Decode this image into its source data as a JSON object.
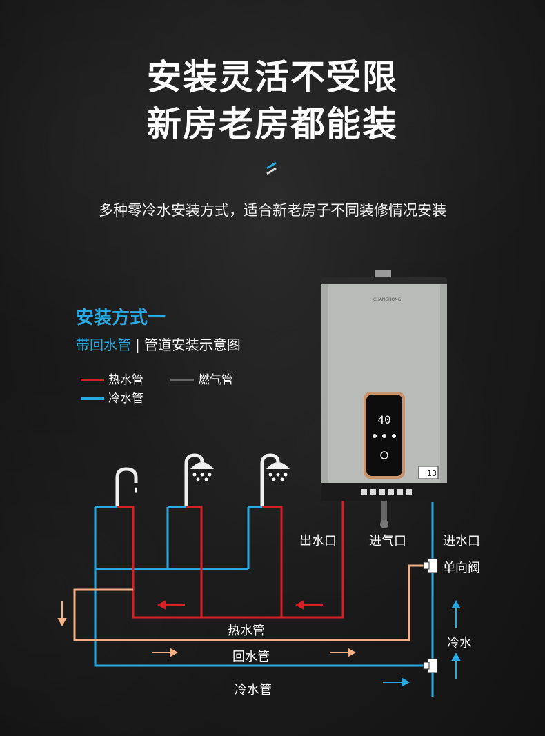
{
  "header": {
    "title_line1": "安装灵活不受限",
    "title_line2": "新房老房都能装",
    "subtitle": "多种零冷水安装方式，适合新老房子不同装修情况安装"
  },
  "section": {
    "title": "安装方式一",
    "sub_blue": "带回水管",
    "sub_sep": "|",
    "sub_white": "管道安装示意图"
  },
  "legend": {
    "hot": "热水管",
    "gas": "燃气管",
    "cold": "冷水管"
  },
  "heater": {
    "brand": "CHANGHONG",
    "display_temp": "40",
    "badge": "13"
  },
  "labels": {
    "outlet": "出水口",
    "gas_inlet": "进气口",
    "water_inlet": "进水口",
    "check_valve": "单向阀",
    "hot_pipe": "热水管",
    "return_pipe": "回水管",
    "cold_pipe": "冷水管",
    "cold_water": "冷水"
  },
  "colors": {
    "hot": "#d71f26",
    "cold": "#27a9e1",
    "return": "#f4b183",
    "gas": "#666666",
    "accent": "#27a9e1"
  }
}
